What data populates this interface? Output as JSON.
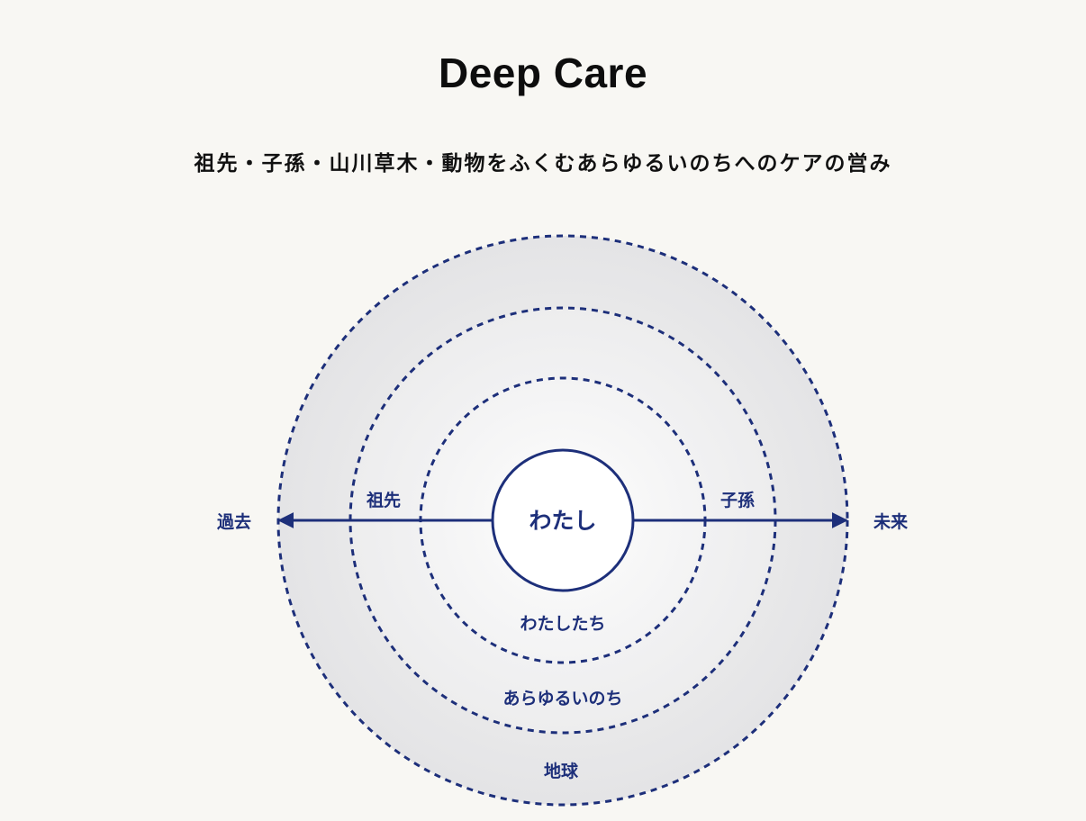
{
  "header": {
    "title": "Deep Care",
    "subtitle": "祖先・子孫・山川草木・動物をふくむあらゆるいのちへのケアの営み"
  },
  "diagram": {
    "center_label": "わたし",
    "rings": [
      {
        "label": "わたしたち"
      },
      {
        "label": "あらゆるいのち"
      },
      {
        "label": "地球"
      }
    ],
    "axis": {
      "left_inner_label": "祖先",
      "right_inner_label": "子孫",
      "left_outer_label": "過去",
      "right_outer_label": "未来"
    },
    "colors": {
      "line": "#1d2f7a",
      "outer_ring_fill": "#ebebec",
      "middle_ring_fill": "#f1f1f2",
      "inner_ring_fill": "#f6f6f6",
      "center_fill": "#ffffff",
      "background": "#f8f7f3"
    }
  }
}
